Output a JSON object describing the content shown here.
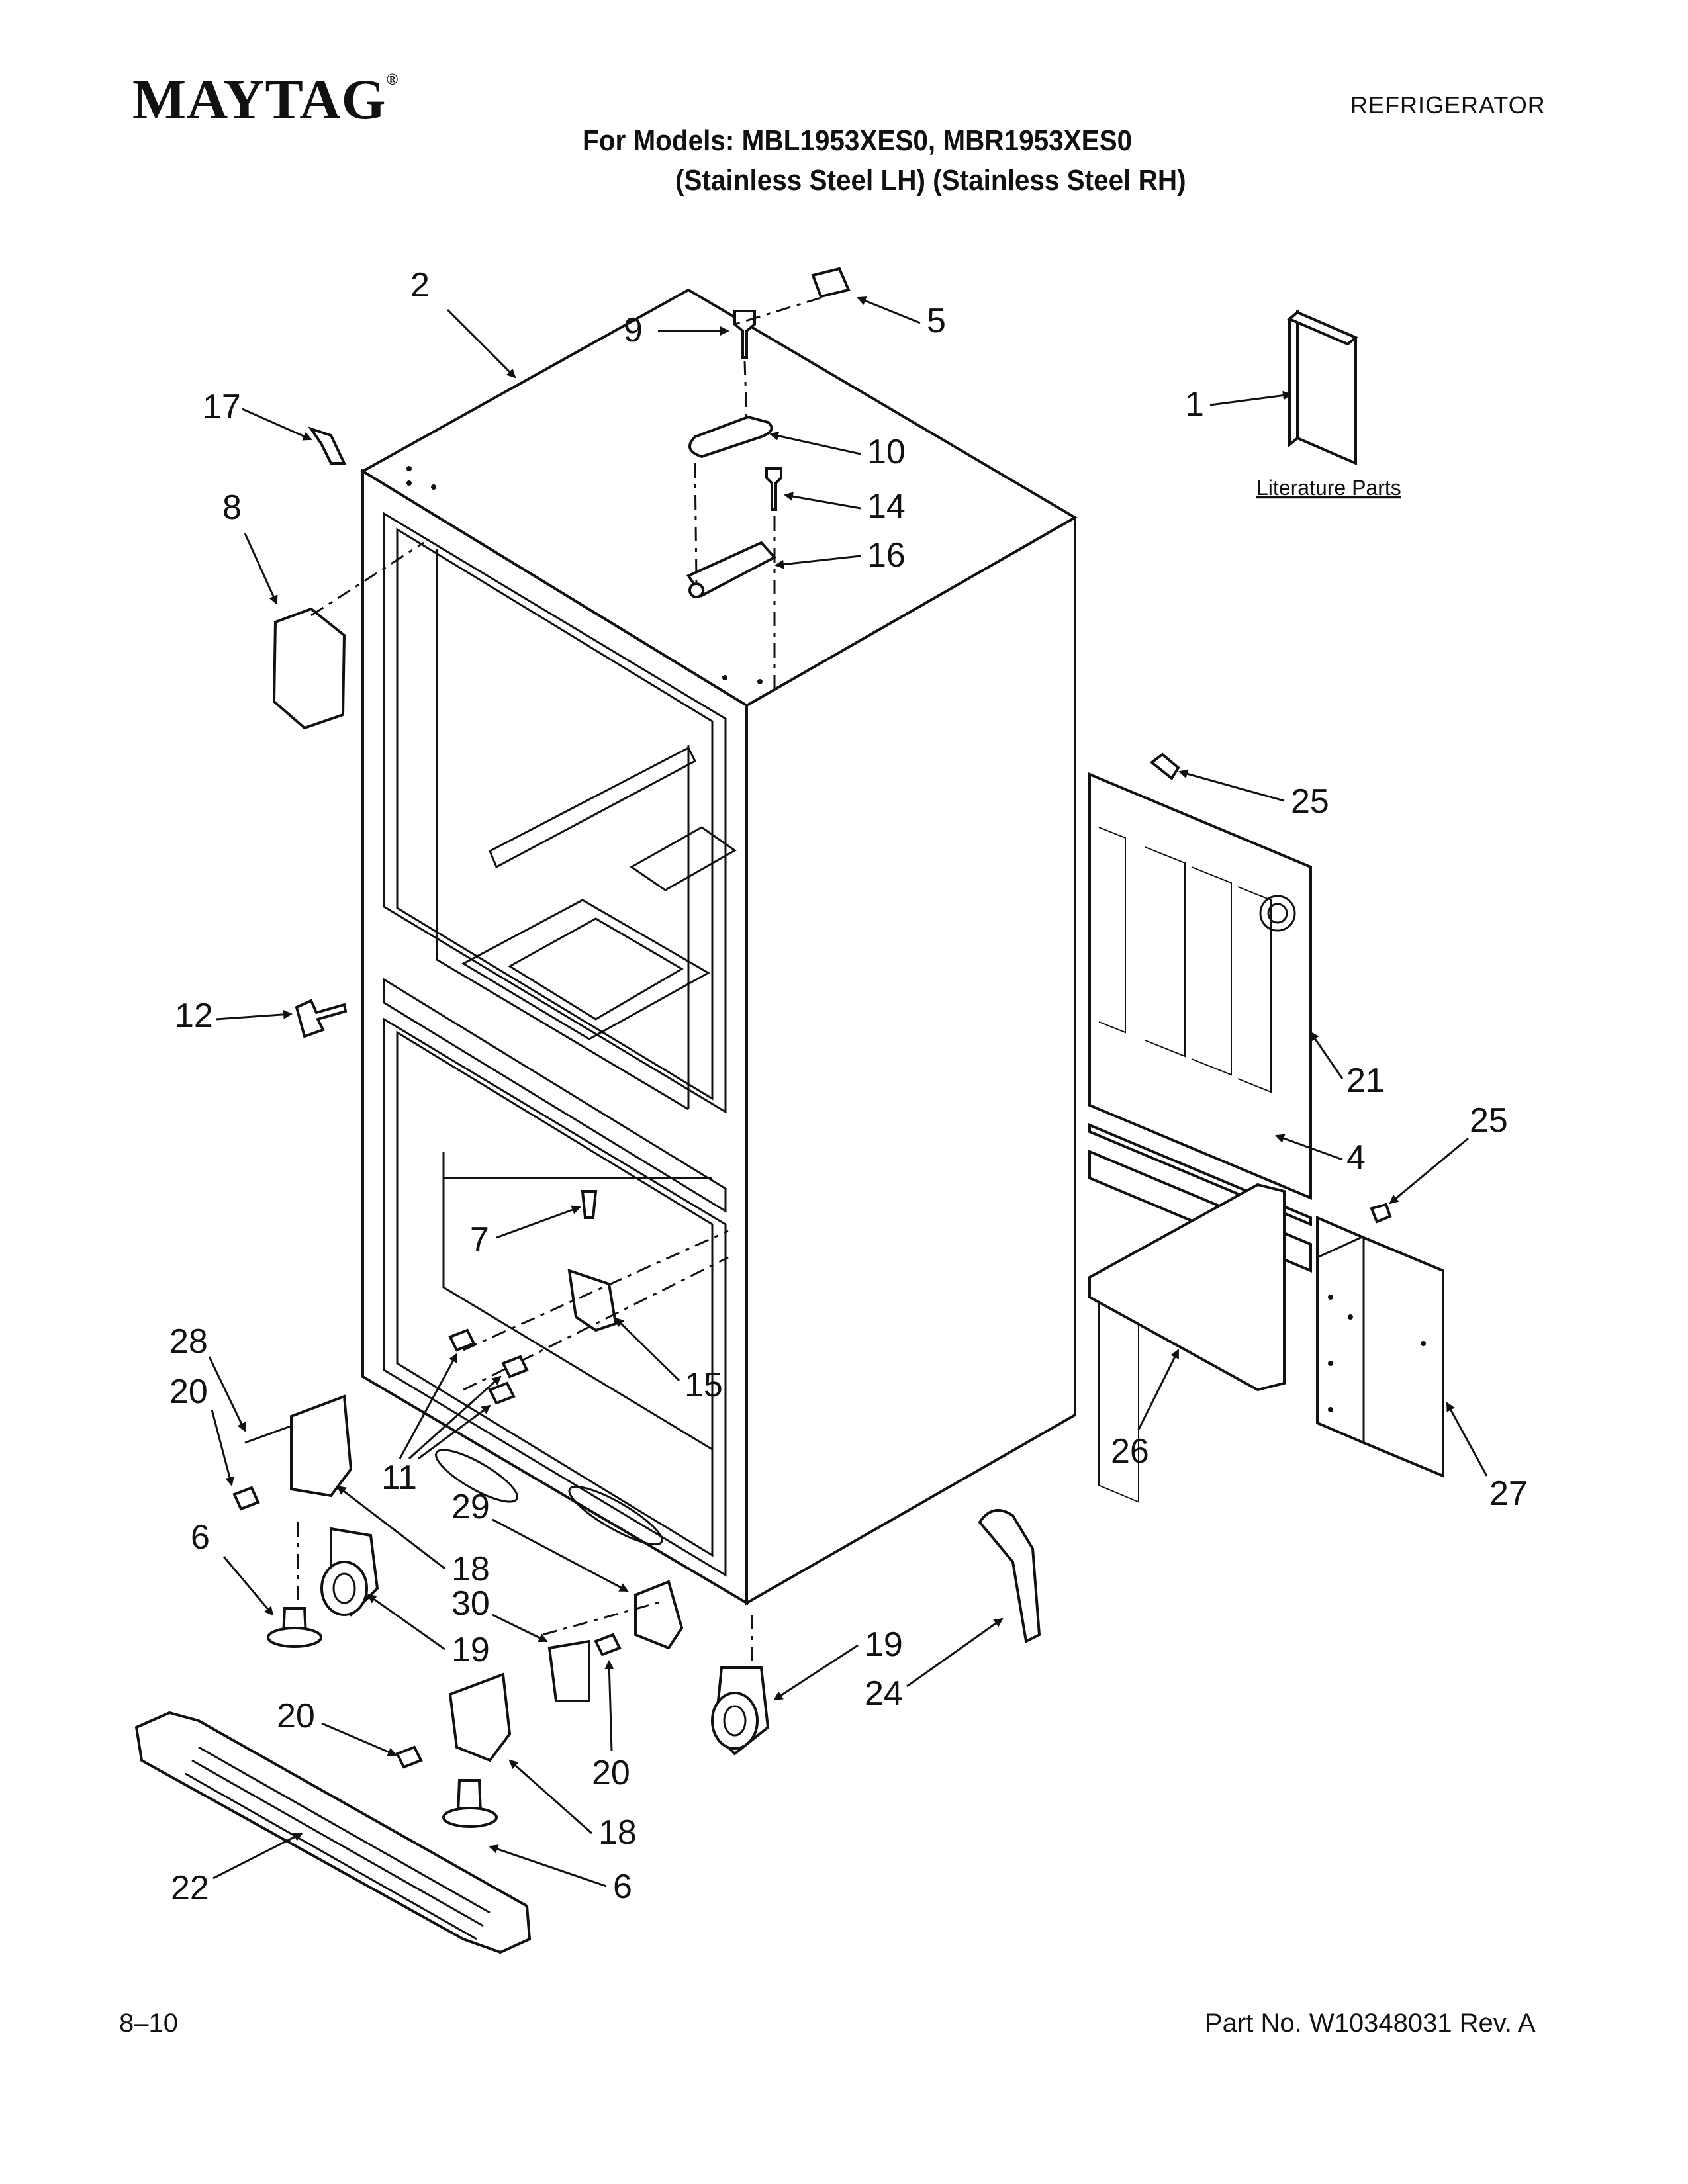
{
  "header": {
    "brand": "MAYTAG",
    "brand_mark": "®",
    "category": "REFRIGERATOR",
    "models_line": "For Models: MBL1953XES0, MBR1953XES0",
    "variants_line": "(Stainless Steel LH) (Stainless Steel RH)"
  },
  "literature_label": "Literature Parts",
  "callouts": [
    "1",
    "2",
    "4",
    "5",
    "6",
    "6",
    "7",
    "8",
    "9",
    "10",
    "11",
    "12",
    "14",
    "15",
    "16",
    "17",
    "18",
    "18",
    "19",
    "19",
    "20",
    "20",
    "20",
    "21",
    "22",
    "24",
    "25",
    "25",
    "26",
    "27",
    "28",
    "29",
    "30"
  ],
  "footer": {
    "page": "8–10",
    "part_number": "Part No. W10348031 Rev. A"
  }
}
